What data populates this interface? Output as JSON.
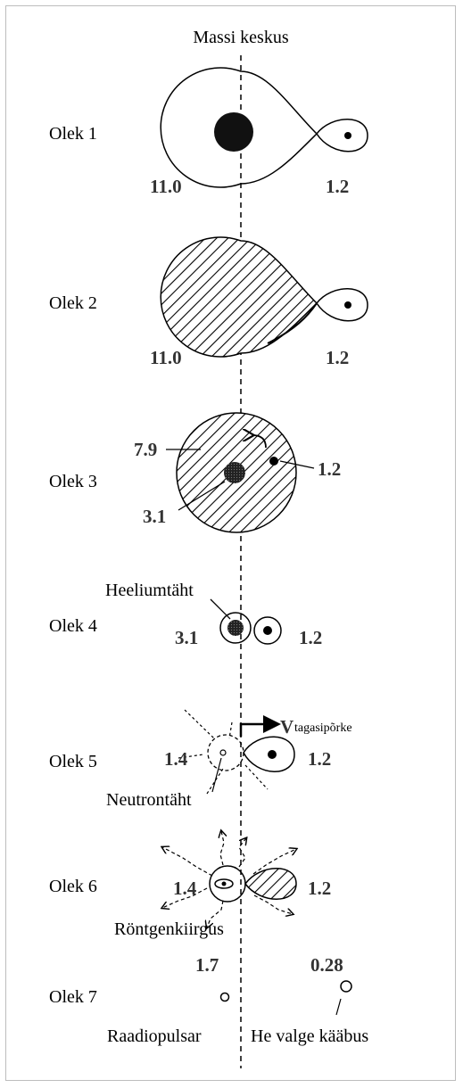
{
  "title": "Massi keskus",
  "states": [
    {
      "label": "Olek 1",
      "left_mass": "11.0",
      "right_mass": "1.2"
    },
    {
      "label": "Olek 2",
      "left_mass": "11.0",
      "right_mass": "1.2"
    },
    {
      "label": "Olek 3",
      "outer_mass": "7.9",
      "core_mass": "3.1",
      "right_mass": "1.2"
    },
    {
      "label": "Olek 4",
      "left_mass": "3.1",
      "right_mass": "1.2",
      "annotation": "Heeliumtäht"
    },
    {
      "label": "Olek 5",
      "left_mass": "1.4",
      "right_mass": "1.2",
      "annotation": "Neutrontäht",
      "velocity_symbol": "V",
      "velocity_subscript": "tagasipõrke"
    },
    {
      "label": "Olek 6",
      "left_mass": "1.4",
      "right_mass": "1.2",
      "annotation": "Röntgenkiirgus"
    },
    {
      "label": "Olek 7",
      "left_mass": "1.7",
      "right_mass": "0.28",
      "left_annotation": "Raadiopulsar",
      "right_annotation": "He valge kääbus"
    }
  ],
  "colors": {
    "ink": "#000000",
    "mass_text": "#333333",
    "border": "#bdbdbd"
  }
}
